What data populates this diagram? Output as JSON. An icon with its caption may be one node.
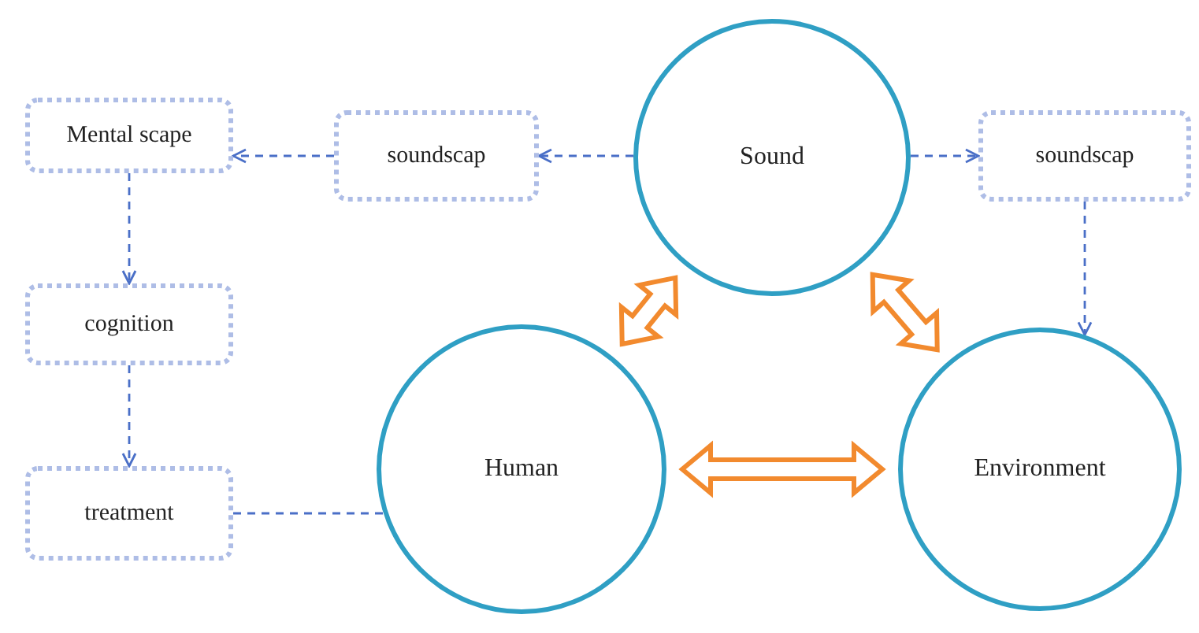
{
  "diagram": {
    "nodes": [
      {
        "text": [
          "Mental scape"
        ]
      },
      {
        "text": [
          "soundscap"
        ]
      },
      {
        "text": [
          "Sound"
        ]
      },
      {
        "text": [
          "soundscap"
        ]
      },
      {
        "text": [
          "cognition"
        ]
      },
      {
        "text": [
          "treatment"
        ]
      },
      {
        "text": [
          "Human"
        ]
      },
      {
        "text": [
          "Environment"
        ]
      }
    ],
    "edges": [
      {
        "from": 2,
        "to": 1,
        "arrow": "to",
        "style": "dashed"
      },
      {
        "from": 1,
        "to": 0,
        "arrow": "to",
        "style": "dashed"
      },
      {
        "from": 2,
        "to": 3,
        "arrow": "to",
        "style": "dashed"
      },
      {
        "from": 3,
        "to": 7,
        "arrow": "to",
        "style": "dashed"
      },
      {
        "from": 0,
        "to": 4,
        "arrow": "to",
        "style": "dashed"
      },
      {
        "from": 4,
        "to": 5,
        "arrow": "to",
        "style": "dashed"
      },
      {
        "from": 5,
        "to": 6,
        "arrow": "none",
        "style": "dashed"
      },
      {
        "from": 6,
        "to": 2,
        "arrow": "both",
        "style": "thick",
        "color": "#f28a2e"
      },
      {
        "from": 2,
        "to": 7,
        "arrow": "both",
        "style": "thick",
        "color": "#f28a2e"
      },
      {
        "from": 6,
        "to": 7,
        "arrow": "both",
        "style": "thick",
        "color": "#f28a2e"
      }
    ]
  }
}
